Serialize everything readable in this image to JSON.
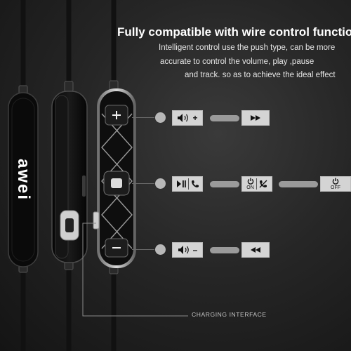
{
  "header": {
    "title": "Fully compatible with wire control function",
    "description_lines": [
      "Intelligent control use the push type, can be more",
      "accurate to control the volume, play ,pause",
      "and track. so as to achieve the ideal effect"
    ]
  },
  "device": {
    "brand": "awei",
    "charging_label": "CHARGING INTERFACE"
  },
  "controls": [
    {
      "id": "volume-up",
      "symbol": "+",
      "icons": [
        "speaker-icon",
        "fast-forward-icon"
      ]
    },
    {
      "id": "play-pause",
      "on_label": "ON",
      "off_label": "OFF",
      "icons": [
        "play-pause-icon",
        "phone-icon",
        "power-icon",
        "phone-reject-icon"
      ]
    },
    {
      "id": "volume-down",
      "symbol": "–",
      "icons": [
        "speaker-icon",
        "rewind-icon"
      ]
    }
  ],
  "colors": {
    "background": "#262626",
    "button": "#d4d4d4",
    "body": "#0d0d0d"
  }
}
